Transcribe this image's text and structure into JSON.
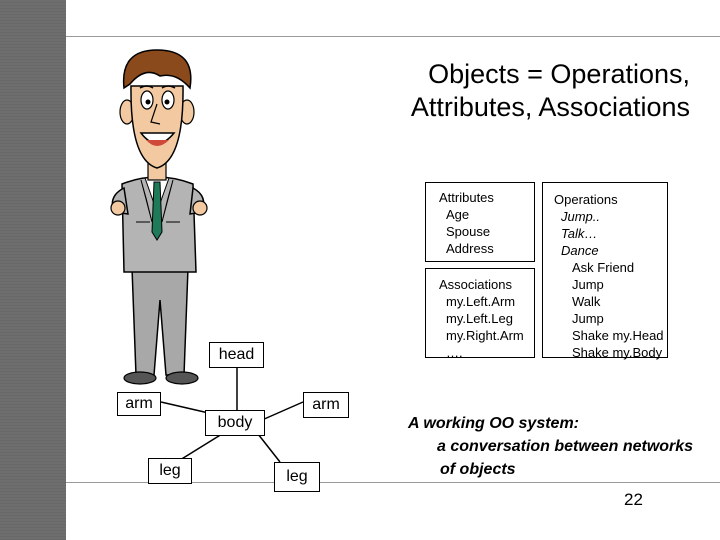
{
  "title": {
    "line1": "Objects = Operations,",
    "line2": "Attributes, Associations"
  },
  "attributes": {
    "heading": "Attributes",
    "items": [
      "Age",
      "Spouse",
      "Address"
    ]
  },
  "associations": {
    "heading": "Associations",
    "items": [
      "my.Left.Arm",
      "my.Left.Leg",
      "my.Right.Arm",
      "…."
    ]
  },
  "operations": {
    "heading": "Operations",
    "items": [
      "Jump..",
      "Talk…",
      "Dance"
    ],
    "subitems": [
      "Ask Friend",
      "Jump",
      "Walk",
      "Jump",
      "Shake my.Head",
      "Shake my.Body"
    ]
  },
  "network": {
    "head": "head",
    "left_arm": "arm",
    "right_arm": "arm",
    "body": "body",
    "left_leg": "leg",
    "right_leg": "leg"
  },
  "caption": {
    "line1": "A working OO system:",
    "line2": "a conversation between networks",
    "line3": "of objects"
  },
  "page_number": "22",
  "colors": {
    "sidebar": "#6e6e6e",
    "skin": "#f2c9a0",
    "hair": "#8b4a1c",
    "suit": "#a8a8a8",
    "tie": "#1f7a5a"
  }
}
